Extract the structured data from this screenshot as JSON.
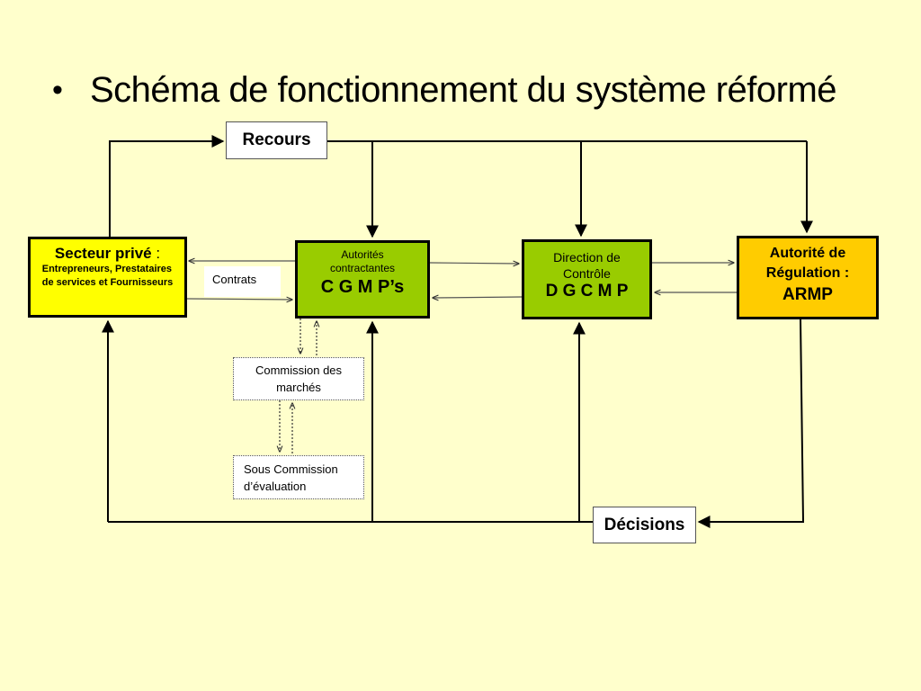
{
  "slide": {
    "bullet": "•",
    "title": "Schéma de fonctionnement du système réformé"
  },
  "nodes": {
    "recours": "Recours",
    "decisions": "Décisions",
    "secteur": {
      "title": "Secteur privé",
      "colon": " :",
      "line1": "Entrepreneurs,  Prestataires",
      "line2": "de services et Fournisseurs"
    },
    "cgmp": {
      "line1": "Autorités",
      "line2": "contractantes",
      "main": "C G M P’s"
    },
    "dgcmp": {
      "line1": "Direction de",
      "line2": "Contrôle",
      "main": "D G C M P"
    },
    "armp": {
      "line1": "Autorité de",
      "line2": "Régulation :",
      "main": "ARMP"
    },
    "contrats": "Contrats",
    "commission": {
      "line1": "Commission des",
      "line2": "marchés"
    },
    "souscommission": {
      "line1": "Sous Commission",
      "line2": "d’évaluation"
    }
  },
  "colors": {
    "background": "#FFFFCC",
    "secteur_fill": "#FFFF00",
    "green_fill": "#99CC00",
    "armp_fill": "#FFCC00"
  }
}
